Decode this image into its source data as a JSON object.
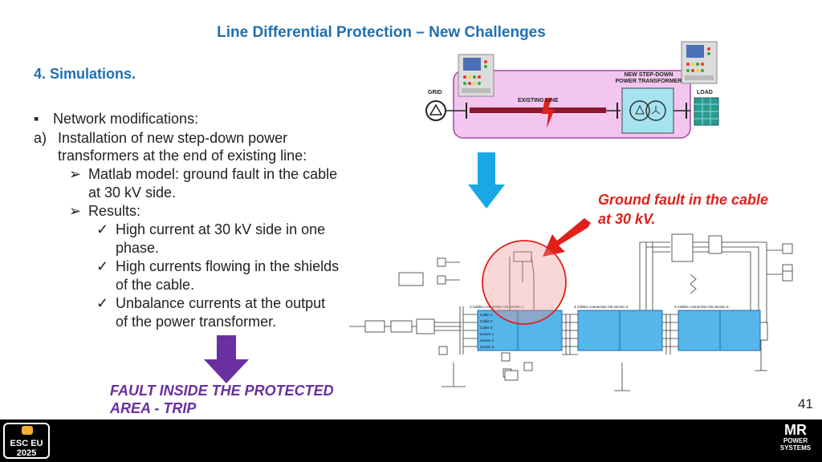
{
  "slide": {
    "title": "Line Differential Protection – New Challenges",
    "section": "4.  Simulations.",
    "bullets": {
      "l1": "Network modifications:",
      "l2_marker": "a)",
      "l2": "Installation of new step-down power",
      "l2b": "transformers at the end of existing line:",
      "l3": "Matlab model: ground fault in the cable",
      "l3b": "at 30 kV side.",
      "l4": "Results:",
      "l5": "High current at 30 kV side in one",
      "l5b": "phase.",
      "l6": "High currents flowing in the shields",
      "l6b": "of the cable.",
      "l7": "Unbalance currents at the output",
      "l7b": "of the power transformer."
    },
    "fault_label_1": "Ground fault in the cable",
    "fault_label_2": "at 30 kV.",
    "trip_label_1": "FAULT INSIDE THE PROTECTED",
    "trip_label_2": "AREA - TRIP",
    "page_number": "41"
  },
  "diagram": {
    "grid_label": "GRID",
    "line_label": "EXISTING LINE",
    "transformer_label_1": "NEW STEP-DOWN",
    "transformer_label_2": "POWER TRANSFORMER",
    "load_label": "LOAD",
    "colors": {
      "enclosure": "#f3c6ef",
      "line": "#8b1a2e",
      "transformer": "#a6e3f0",
      "arrow_blue": "#19a7e6",
      "arrow_red": "#e0201b",
      "arrow_purple": "#6a2fa0"
    }
  },
  "simulation": {
    "section_labels": [
      "3 Cables connection CB section 1",
      "3 Cables connection CB section 2",
      "3 Cables connection CB section 3"
    ],
    "cable_rows": [
      "Cable 1",
      "Cable 2",
      "Cable 3",
      "screen 1",
      "screen 2",
      "screen 3"
    ]
  },
  "footer": {
    "esc_line1": "ESC EU",
    "esc_line2": "2025",
    "mr_logo": "MR",
    "mr_sub1": "POWER",
    "mr_sub2": "SYSTEMS"
  }
}
